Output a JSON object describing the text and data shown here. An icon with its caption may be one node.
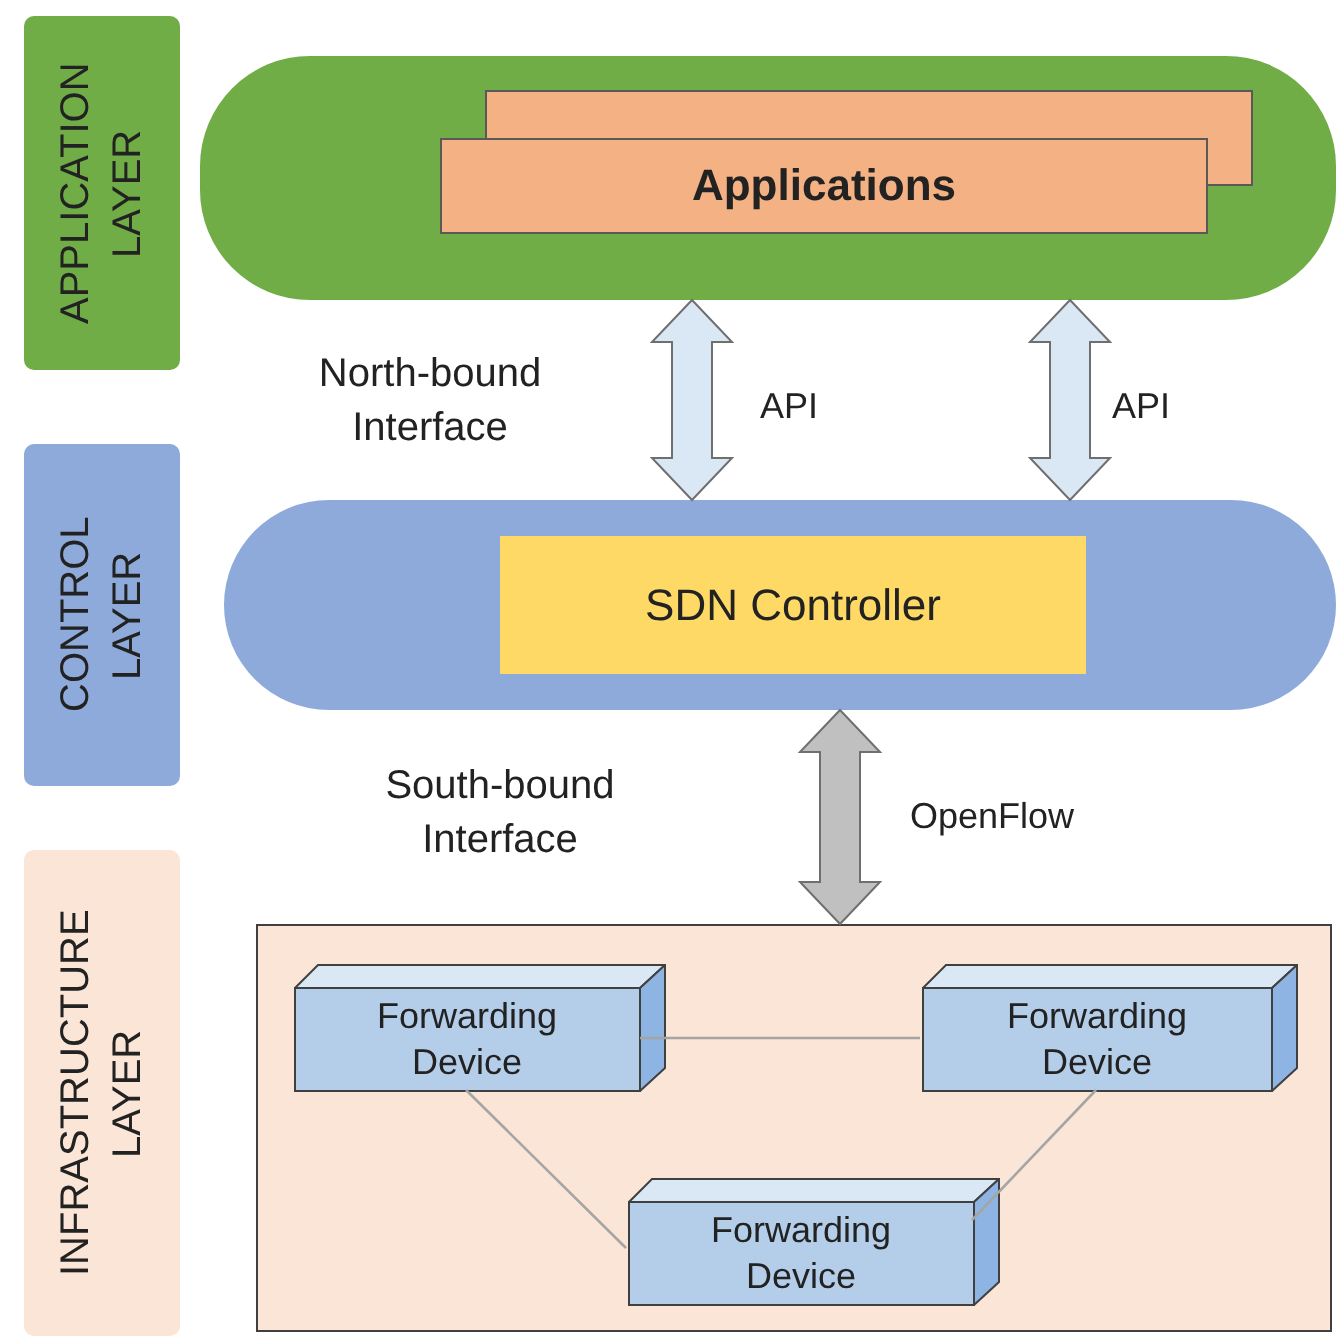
{
  "diagram": {
    "nodes": [
      {
        "text": [
          "APPLICATION LAYER"
        ]
      },
      {
        "text": [],
        "shape": "box"
      },
      {
        "text": [
          "Applications"
        ],
        "in": 1
      },
      {
        "text": [
          "CONTROL LAYER"
        ]
      },
      {
        "text": [],
        "shape": "box"
      },
      {
        "text": [
          "SDN Controller"
        ],
        "in": 4
      },
      {
        "text": [
          "INFRASTRUCTURE LAYER"
        ]
      },
      {
        "text": [],
        "shape": "box"
      },
      {
        "text": [
          "Forwarding Device"
        ],
        "in": 7
      },
      {
        "text": [
          "Forwarding Device"
        ],
        "in": 7
      },
      {
        "text": [
          "Forwarding Device"
        ],
        "in": 7
      }
    ],
    "edges": [
      {
        "from": 4,
        "to": 1,
        "arrow": "both",
        "label": "API",
        "style": "thick",
        "color": "#dae8f5"
      },
      {
        "from": 4,
        "to": 1,
        "arrow": "both",
        "label": "API",
        "style": "thick",
        "color": "#dae8f5"
      },
      {
        "from": 4,
        "to": 7,
        "arrow": "both",
        "label": "OpenFlow",
        "style": "thick",
        "color": "#c0c0c0"
      },
      {
        "from": 8,
        "to": 9,
        "arrow": "none"
      },
      {
        "from": 8,
        "to": 10,
        "arrow": "none"
      },
      {
        "from": 9,
        "to": 10,
        "arrow": "none"
      }
    ],
    "labels": [
      "North-bound Interface",
      "South-bound Interface"
    ]
  }
}
